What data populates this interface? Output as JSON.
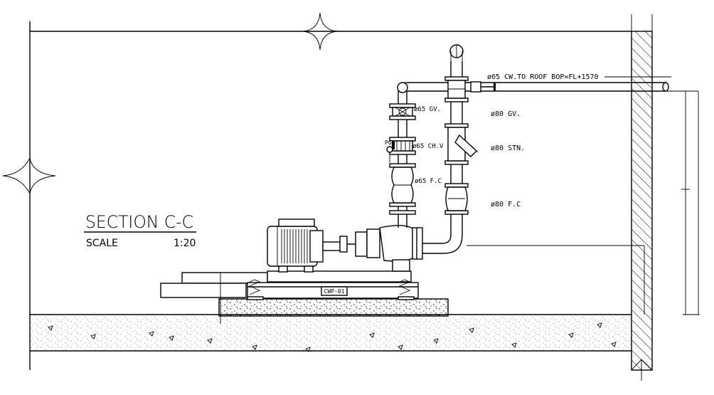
{
  "section": {
    "title": "SECTION C-C",
    "scale_label": "SCALE",
    "scale_value": "1:20"
  },
  "pump_tag": "CWP-01",
  "labels": {
    "roof_line": "ø65 CW.TO ROOF BOP=FL+1570",
    "gv_65": "ø65 GV.",
    "chv_65": "ø65 CH.V",
    "pg": "PG",
    "fc_65": "ø65 F.C",
    "gv_80": "ø80 GV.",
    "stn_80": "ø80 STN.",
    "fc_80": "ø80 F.C"
  }
}
